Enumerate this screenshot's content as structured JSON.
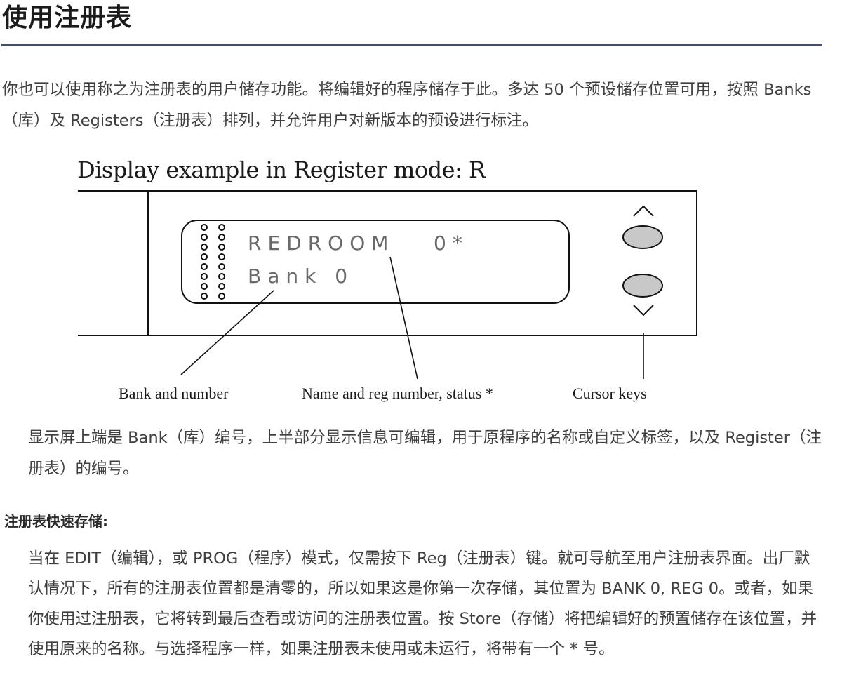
{
  "header": {
    "title": "使用注册表"
  },
  "intro": {
    "text": "你也可以使用称之为注册表的用户储存功能。将编辑好的程序储存于此。多达 50 个预设储存位置可用，按照 Banks（库）及 Registers（注册表）排列，并允许用户对新版本的预设进行标注。"
  },
  "figure": {
    "caption": "Display example in Register mode: R",
    "display": {
      "line1_name": "REDROOM",
      "line1_reg": "0*",
      "line2": "Bank  0"
    },
    "labels": {
      "bank": "Bank and number",
      "name": "Name and reg number, status *",
      "cursor": "Cursor keys"
    }
  },
  "description": {
    "text": "显示屏上端是 Bank（库）编号，上半部分显示信息可编辑，用于原程序的名称或自定义标签，以及 Register（注册表）的编号。"
  },
  "quick_store": {
    "heading": "注册表快速存储:",
    "text": "当在 EDIT（编辑），或 PROG（程序）模式，仅需按下 Reg（注册表）键。就可导航至用户注册表界面。出厂默认情况下，所有的注册表位置都是清零的，所以如果这是你第一次存储，其位置为 BANK 0, REG 0。或者，如果你使用过注册表，它将转到最后查看或访问的注册表位置。按 Store（存储）将把编辑好的预置储存在该位置，并使用原来的名称。与选择程序一样，如果注册表未使用或未运行，将带有一个 * 号。"
  },
  "colors": {
    "rule": "#4a4f63",
    "button_fill": "#c8c8c8",
    "text": "#3f3f3f"
  }
}
